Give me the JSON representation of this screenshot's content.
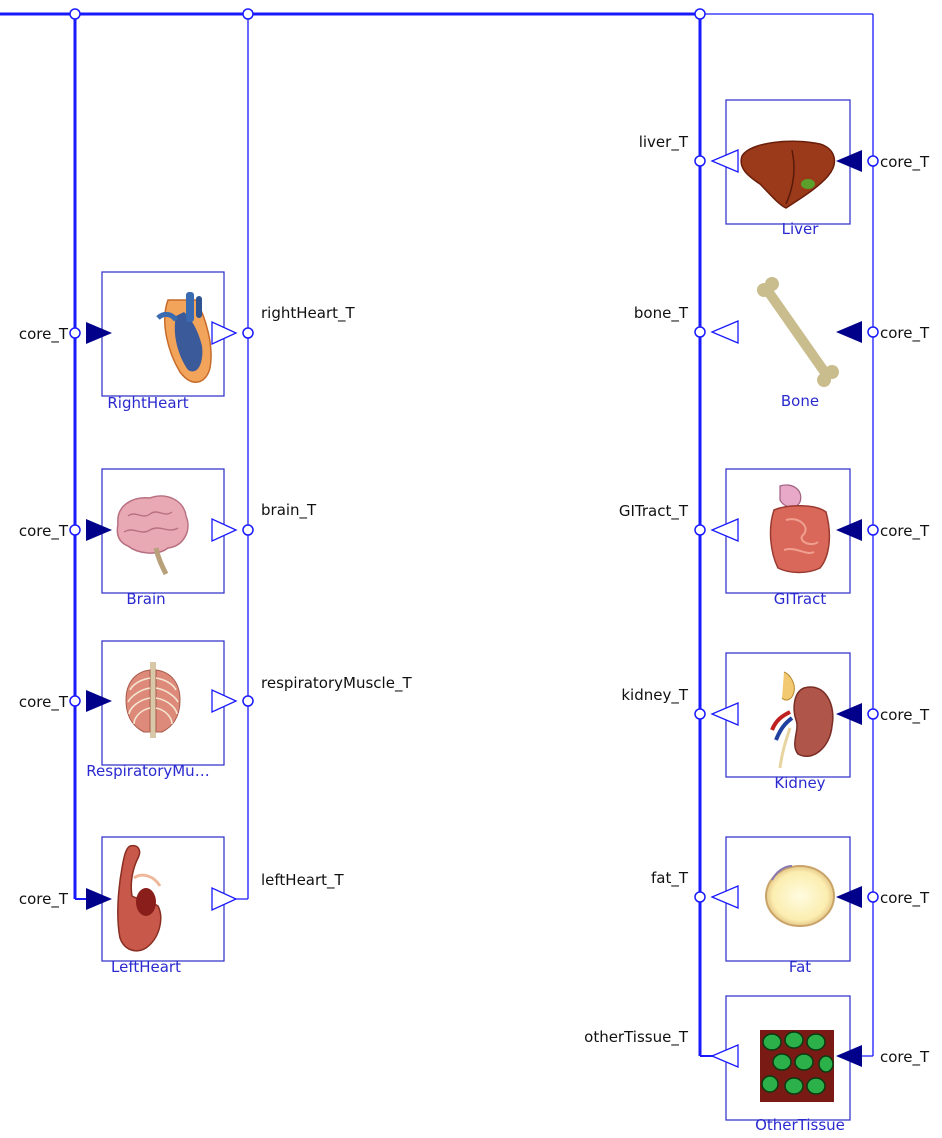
{
  "colors": {
    "wire": "#1a1aff",
    "block_border": "#2a2ac8",
    "port_filled": "#00008b",
    "label_text": "#111111",
    "block_label": "#2a2ad0"
  },
  "left_column": [
    {
      "name": "RightHeart",
      "icon": "heart-right-icon",
      "in_label": "core_T",
      "out_label": "rightHeart_T"
    },
    {
      "name": "Brain",
      "icon": "brain-icon",
      "in_label": "core_T",
      "out_label": "brain_T"
    },
    {
      "name": "RespiratoryMu…",
      "icon": "ribcage-icon",
      "in_label": "core_T",
      "out_label": "respiratoryMuscle_T"
    },
    {
      "name": "LeftHeart",
      "icon": "heart-left-icon",
      "in_label": "core_T",
      "out_label": "leftHeart_T"
    }
  ],
  "right_column": [
    {
      "name": "Liver",
      "icon": "liver-icon",
      "in_label": "core_T",
      "out_label": "liver_T"
    },
    {
      "name": "Bone",
      "icon": "bone-icon",
      "in_label": "core_T",
      "out_label": "bone_T"
    },
    {
      "name": "GITract",
      "icon": "intestine-icon",
      "in_label": "core_T",
      "out_label": "GITract_T"
    },
    {
      "name": "Kidney",
      "icon": "kidney-icon",
      "in_label": "core_T",
      "out_label": "kidney_T"
    },
    {
      "name": "Fat",
      "icon": "fat-cell-icon",
      "in_label": "core_T",
      "out_label": "fat_T"
    },
    {
      "name": "OtherTissue",
      "icon": "tissue-cells-icon",
      "in_label": "core_T",
      "out_label": "otherTissue_T"
    }
  ]
}
